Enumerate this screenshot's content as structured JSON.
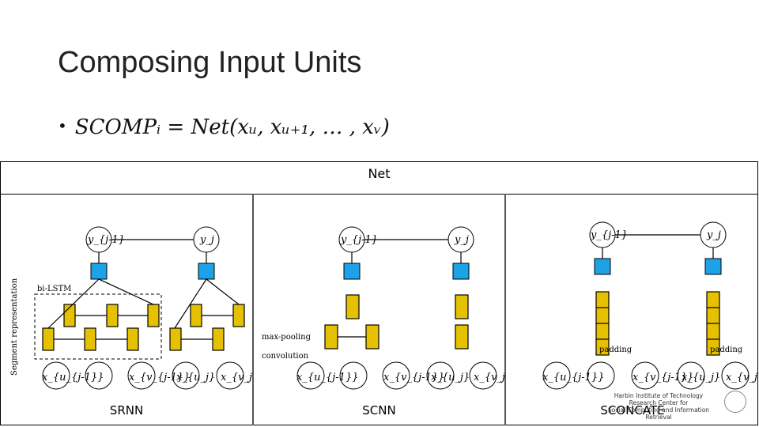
{
  "slide": {
    "title": "Composing Input Units",
    "formula": "SCOMP_i = Net(x_u, x_{u+1}, …, x_v)",
    "formula_display": "SCOMPᵢ = Net(xᵤ, xᵤ₊₁, … , xᵥ)"
  },
  "table": {
    "header": "Net",
    "columns": [
      {
        "caption": "SRNN"
      },
      {
        "caption": "SCNN"
      },
      {
        "caption": "SCONCATE"
      }
    ]
  },
  "figure": {
    "top_left_label": "y_{j-1}",
    "top_right_label": "y_j",
    "srnn": {
      "side_label": "Segment representation",
      "box_label": "bi-LSTM",
      "bottom_labels": [
        "x_{u_{j-1}}",
        "",
        "x_{v_{j-1}}",
        "x_{u_j}",
        "x_{v_j}"
      ]
    },
    "scnn": {
      "maxpool_label": "max-pooling",
      "conv_label": "convolution",
      "bottom_labels": [
        "x_{u_{j-1}}",
        "",
        "x_{v_{j-1}}",
        "x_{u_j}",
        "x_{v_j}"
      ]
    },
    "sconcate": {
      "padding_label": "padding",
      "bottom_labels": [
        "x_{u_{j-1}}",
        "",
        "x_{v_{j-1}}",
        "x_{u_j}",
        "x_{v_j}"
      ]
    }
  },
  "footer": {
    "logo_lines": [
      "Harbin Institute of Technology",
      "Research Center for",
      "Social Computing and Information Retrieval"
    ]
  }
}
